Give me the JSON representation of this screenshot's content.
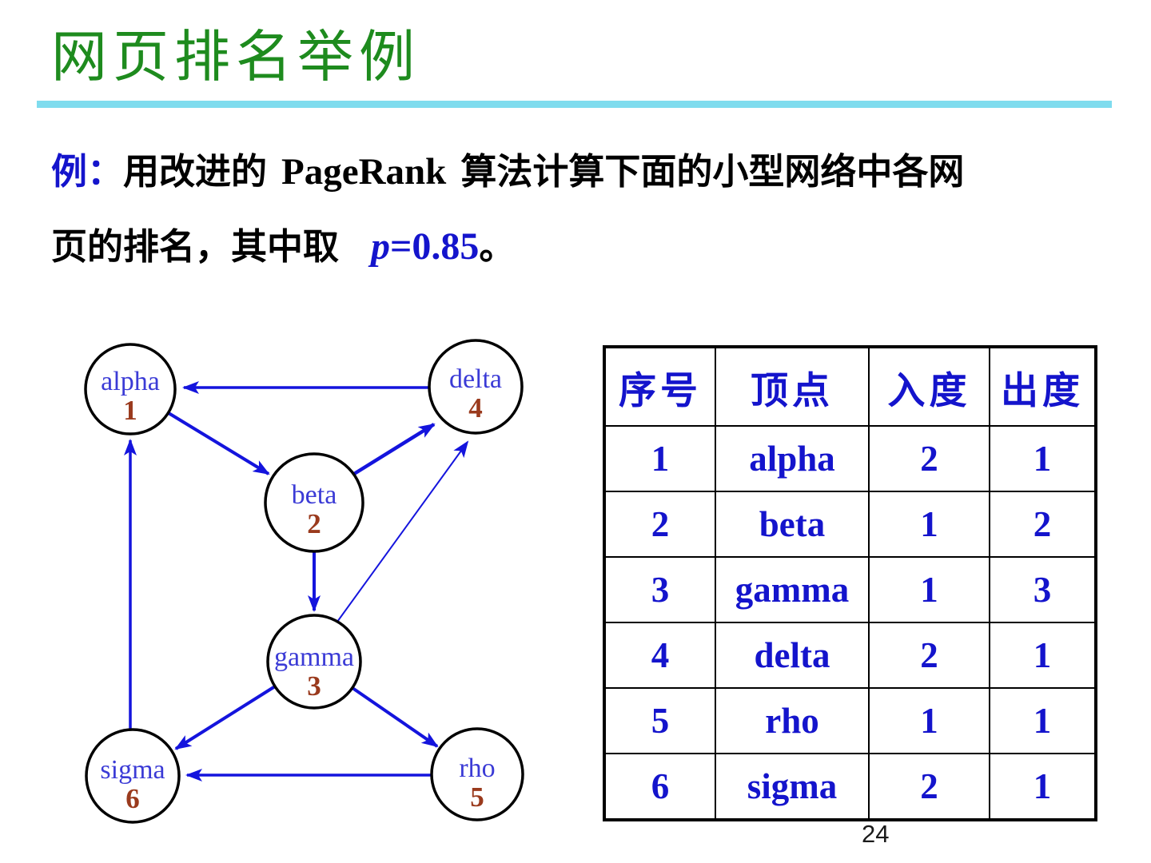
{
  "slide": {
    "title": "网页排名举例",
    "page_number": "24"
  },
  "intro": {
    "label": "例：",
    "text_before_pagerank": "用改进的",
    "pagerank": "PageRank",
    "text_after_pagerank": "算法计算下面的小型网络中各网",
    "line2_text": "页的排名，其中取",
    "p_variable": "p",
    "p_value": "=0.85",
    "period": "。"
  },
  "graph": {
    "nodes": [
      {
        "id": "alpha",
        "label": "alpha",
        "number": "1"
      },
      {
        "id": "beta",
        "label": "beta",
        "number": "2"
      },
      {
        "id": "gamma",
        "label": "gamma",
        "number": "3"
      },
      {
        "id": "delta",
        "label": "delta",
        "number": "4"
      },
      {
        "id": "rho",
        "label": "rho",
        "number": "5"
      },
      {
        "id": "sigma",
        "label": "sigma",
        "number": "6"
      }
    ],
    "edges": [
      {
        "from": "alpha",
        "to": "beta"
      },
      {
        "from": "beta",
        "to": "delta"
      },
      {
        "from": "beta",
        "to": "gamma"
      },
      {
        "from": "gamma",
        "to": "delta"
      },
      {
        "from": "gamma",
        "to": "sigma"
      },
      {
        "from": "gamma",
        "to": "rho"
      },
      {
        "from": "delta",
        "to": "alpha"
      },
      {
        "from": "rho",
        "to": "sigma"
      },
      {
        "from": "sigma",
        "to": "alpha"
      }
    ]
  },
  "table": {
    "headers": [
      "序号",
      "顶点",
      "入度",
      "出度"
    ],
    "rows": [
      {
        "no": "1",
        "vertex": "alpha",
        "in": "2",
        "out": "1"
      },
      {
        "no": "2",
        "vertex": "beta",
        "in": "1",
        "out": "2"
      },
      {
        "no": "3",
        "vertex": "gamma",
        "in": "1",
        "out": "3"
      },
      {
        "no": "4",
        "vertex": "delta",
        "in": "2",
        "out": "1"
      },
      {
        "no": "5",
        "vertex": "rho",
        "in": "1",
        "out": "1"
      },
      {
        "no": "6",
        "vertex": "sigma",
        "in": "2",
        "out": "1"
      }
    ]
  },
  "colors": {
    "title_green": "#1e8b1e",
    "rule_cyan": "#7fdcee",
    "text_blue": "#1414cc",
    "node_label_blue": "#3b3bd6",
    "node_number_brown": "#9a3a1d",
    "edge_blue": "#1414dd"
  }
}
